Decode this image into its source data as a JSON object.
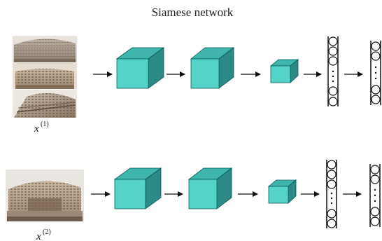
{
  "title": "Siamese network",
  "colors": {
    "cube_front": "#55d3c6",
    "cube_top": "#3fb4aa",
    "cube_side": "#2b8a84",
    "cube_edge": "#0b5c59",
    "arrow": "#111111",
    "vector": "#111111"
  },
  "branches": [
    {
      "id": "top",
      "input_var": "x",
      "input_sup": "(1)",
      "image_description": "building photos (three stacked views)",
      "layers": [
        "conv-block",
        "conv-block",
        "conv-block-small",
        "fc-vector",
        "fc-vector"
      ]
    },
    {
      "id": "bottom",
      "input_var": "x",
      "input_sup": "(2)",
      "image_description": "building photo",
      "layers": [
        "conv-block",
        "conv-block",
        "conv-block-small",
        "fc-vector",
        "fc-vector"
      ]
    }
  ],
  "icons": {
    "arrow": "right-arrow-icon",
    "vector": "feature-vector-icon"
  }
}
